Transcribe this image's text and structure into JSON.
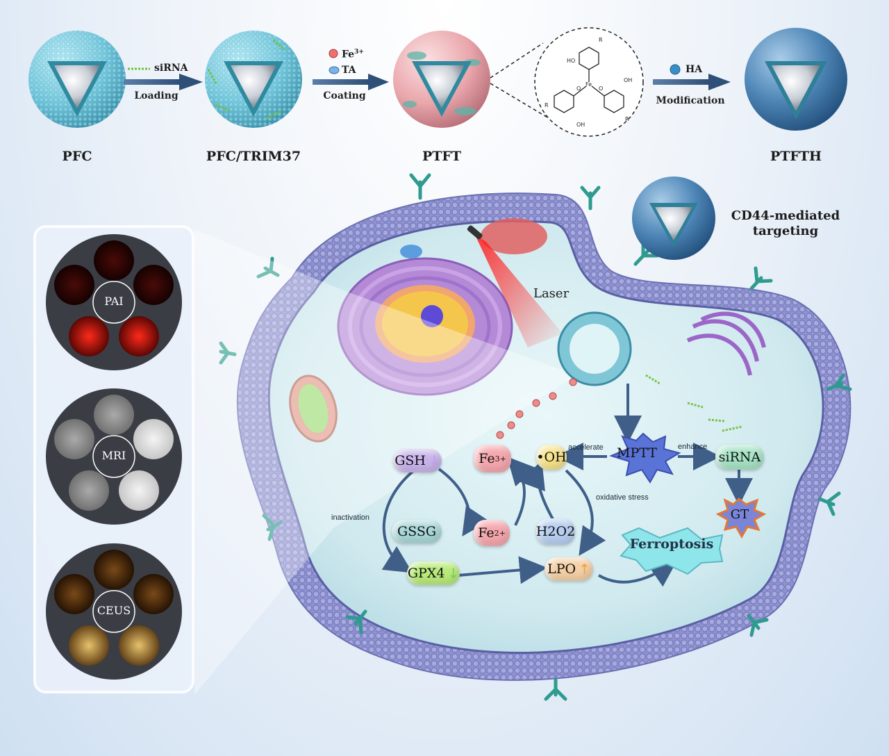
{
  "top": {
    "particles": [
      {
        "label": "PFC"
      },
      {
        "label": "PFC/TRIM37"
      },
      {
        "label": "PTFT"
      },
      {
        "label": "PTFTH"
      }
    ],
    "steps": [
      {
        "reagent": "siRNA",
        "action": "Loading"
      },
      {
        "reagent_1": "Fe3+",
        "reagent_2": "TA",
        "action": "Coating"
      },
      {
        "reagent": "HA",
        "action": "Modification"
      }
    ],
    "chem_labels": [
      "HO",
      "OH",
      "O",
      "Fe",
      "R"
    ]
  },
  "targeting": {
    "text_line1": "CD44-mediated",
    "text_line2": "targeting"
  },
  "imaging": {
    "panels": [
      {
        "label": "PAI"
      },
      {
        "label": "MRI"
      },
      {
        "label": "CEUS"
      }
    ]
  },
  "cell": {
    "laser_label": "Laser",
    "nodes": {
      "gsh": "GSH",
      "fe3": "Fe",
      "fe3_sup": "3+",
      "oh": "•OH",
      "mptt": "MPTT",
      "sirna": "siRNA",
      "gssg": "GSSG",
      "fe2": "Fe",
      "fe2_sup": "2+",
      "h2o2": "H2O2",
      "gt": "GT",
      "ferroptosis": "Ferroptosis",
      "gpx4": "GPX4",
      "lpo": "LPO"
    },
    "edges": {
      "accelerate": "accelerate",
      "enhance": "enhance",
      "inactivation": "inactivation",
      "oxidative_stress": "oxidative stress"
    }
  },
  "colors": {
    "arrow_blue": "#3f5f88",
    "membrane": "#7d82c4",
    "cytoplasm": "#cfe9ef"
  }
}
